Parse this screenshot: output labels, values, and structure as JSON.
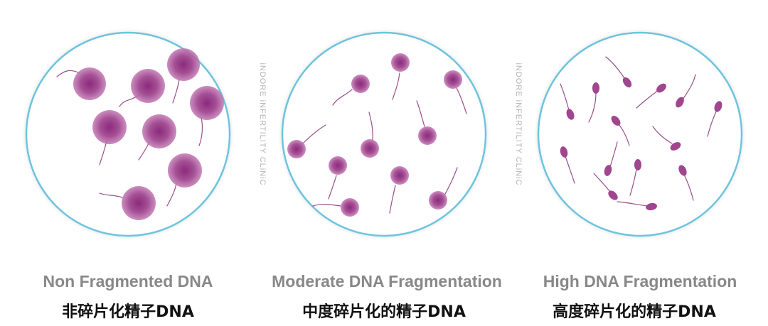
{
  "panels": [
    {
      "caption_en": "Non Fragmented DNA",
      "caption_zh": "非碎片化精子DNA",
      "sperm_count": 8
    },
    {
      "caption_en": "Moderate DNA Fragmentation",
      "caption_zh": "中度碎片化的精子DNA",
      "sperm_count": 10
    },
    {
      "caption_en": "High DNA Fragmentation",
      "caption_zh": "高度碎片化的精子DNA",
      "sperm_count": 14
    }
  ],
  "watermark": "iNDORE iNFERTILITY CLiNiC",
  "colors": {
    "dish_border": "#6ec4de",
    "dish_fill": "#ffffff",
    "sperm_head": "#a0468f",
    "sperm_tail": "#9a4e8c",
    "caption_en": "#888888",
    "caption_zh": "#111111",
    "watermark": "#b5b5b5"
  }
}
